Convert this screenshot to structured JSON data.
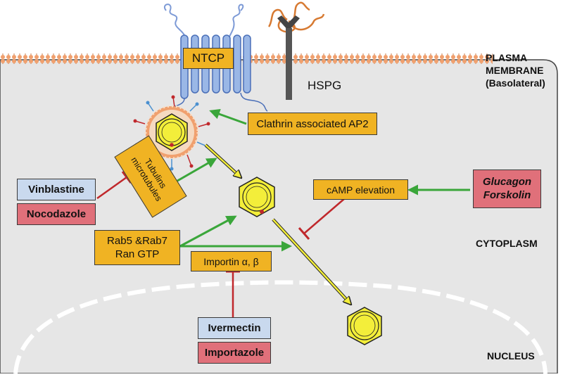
{
  "labels": {
    "ntcp": "NTCP",
    "hspg": "HSPG",
    "plasma_membrane_line1": "PLASMA",
    "plasma_membrane_line2": "MEMBRANE",
    "plasma_membrane_line3": "(Basolateral)",
    "cytoplasm": "CYTOPLASM",
    "nucleus": "NUCLEUS"
  },
  "boxes": {
    "clathrin": "Clathrin associated AP2",
    "tubulins_line1": "Tubulins",
    "tubulins_line2": "microtubules",
    "vinblastine": "Vinblastine",
    "nocodazole": "Nocodazole",
    "camp": "cAMP elevation",
    "glucagon": "Glucagon",
    "forskolin": "Forskolin",
    "rab_line1": "Rab5 &Rab7",
    "rab_line2": "Ran GTP",
    "importin": "Importin α, β",
    "ivermectin": "Ivermectin",
    "importazole": "Importazole"
  },
  "colors": {
    "promote_arrow": "#3aa63a",
    "inhibit_line": "#c0282c",
    "factor_box": "#f0b323",
    "inhibitor_blue": "#c9d9ee",
    "inhibitor_red": "#e0707a",
    "cytoplasm": "#e6e6e6",
    "membrane_head": "#f0a06e",
    "ntcp_protein": "#9ab7e6",
    "capsid": "#f3ee3a"
  }
}
